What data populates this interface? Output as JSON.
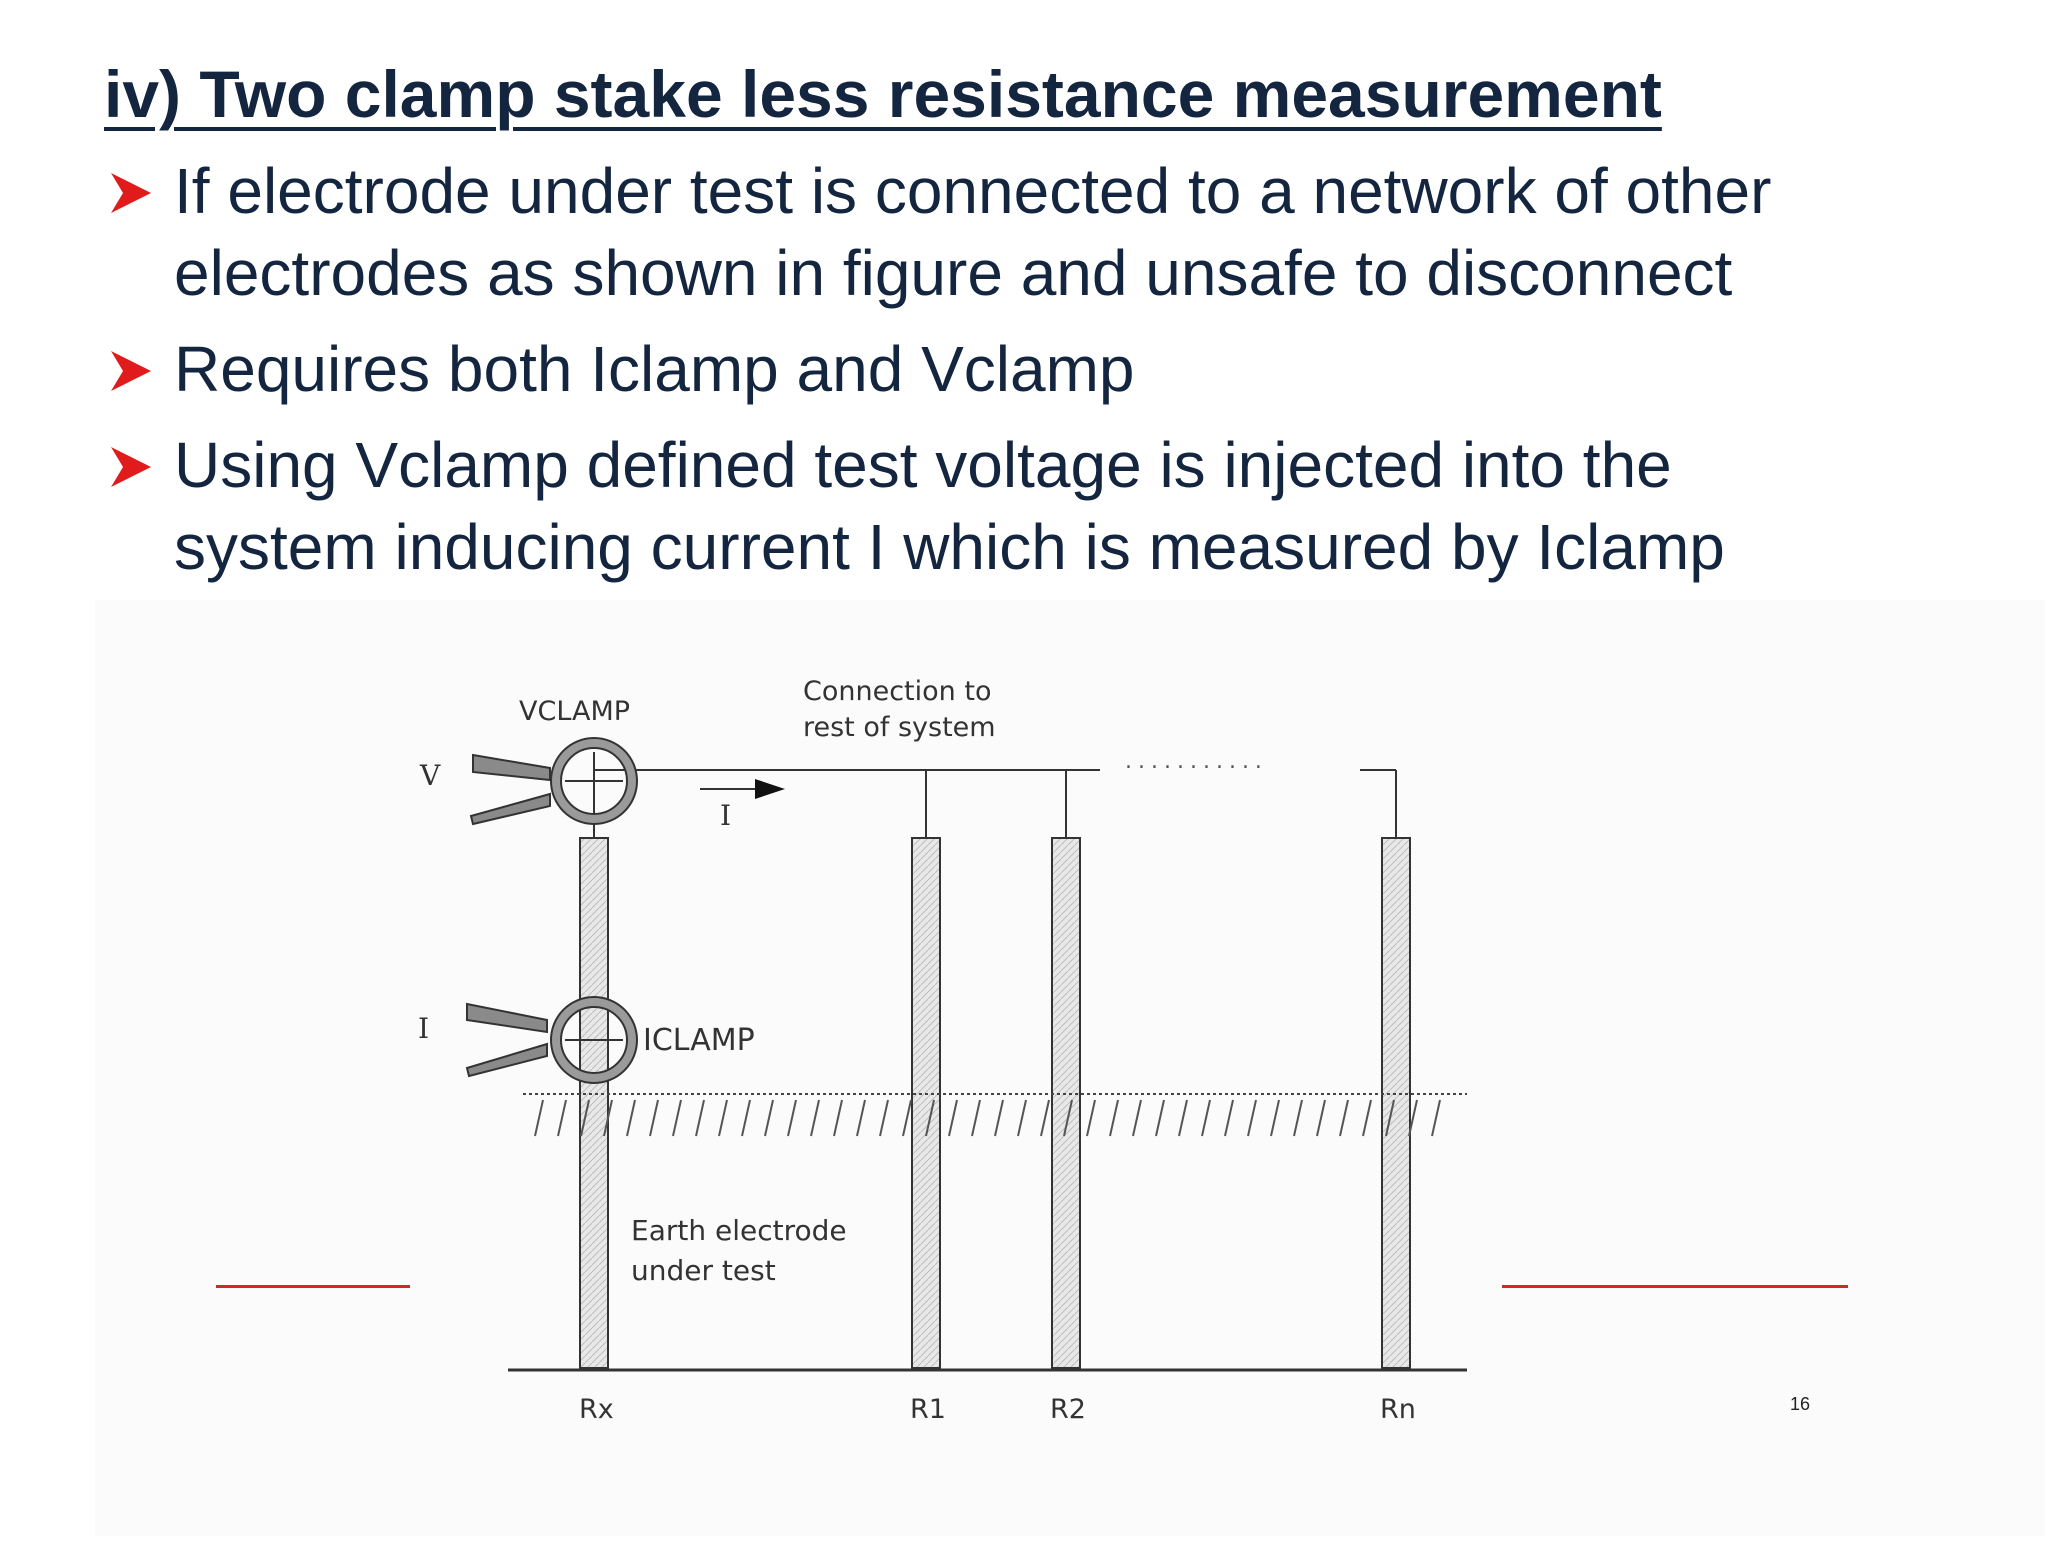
{
  "slide": {
    "title": "iv) Two clamp stake less resistance measurement",
    "bullets": [
      {
        "lines": [
          "If electrode under test is connected to a network of other",
          "electrodes as shown in figure and unsafe to disconnect"
        ]
      },
      {
        "lines": [
          "Requires both Iclamp and Vclamp"
        ]
      },
      {
        "lines": [
          "Using Vclamp defined test voltage is injected into the",
          "system inducing current I which is measured by Iclamp"
        ]
      }
    ],
    "bullet_icon": "red-arrowhead-icon",
    "page_number": "16",
    "colors": {
      "title": "#14253f",
      "text": "#14253f",
      "bullet": "#e01b1b",
      "rule": "#d92525"
    }
  },
  "figure": {
    "vclamp_label": "VCLAMP",
    "iclamp_label": "ICLAMP",
    "v_label": "V",
    "i_side_label": "I",
    "current_label": "I",
    "connection_label_line1": "Connection to",
    "connection_label_line2": "rest of system",
    "dots": "...........",
    "earth_label_line1": "Earth electrode",
    "earth_label_line2": "under test",
    "electrodes": [
      "Rx",
      "R1",
      "R2",
      "Rn"
    ]
  }
}
